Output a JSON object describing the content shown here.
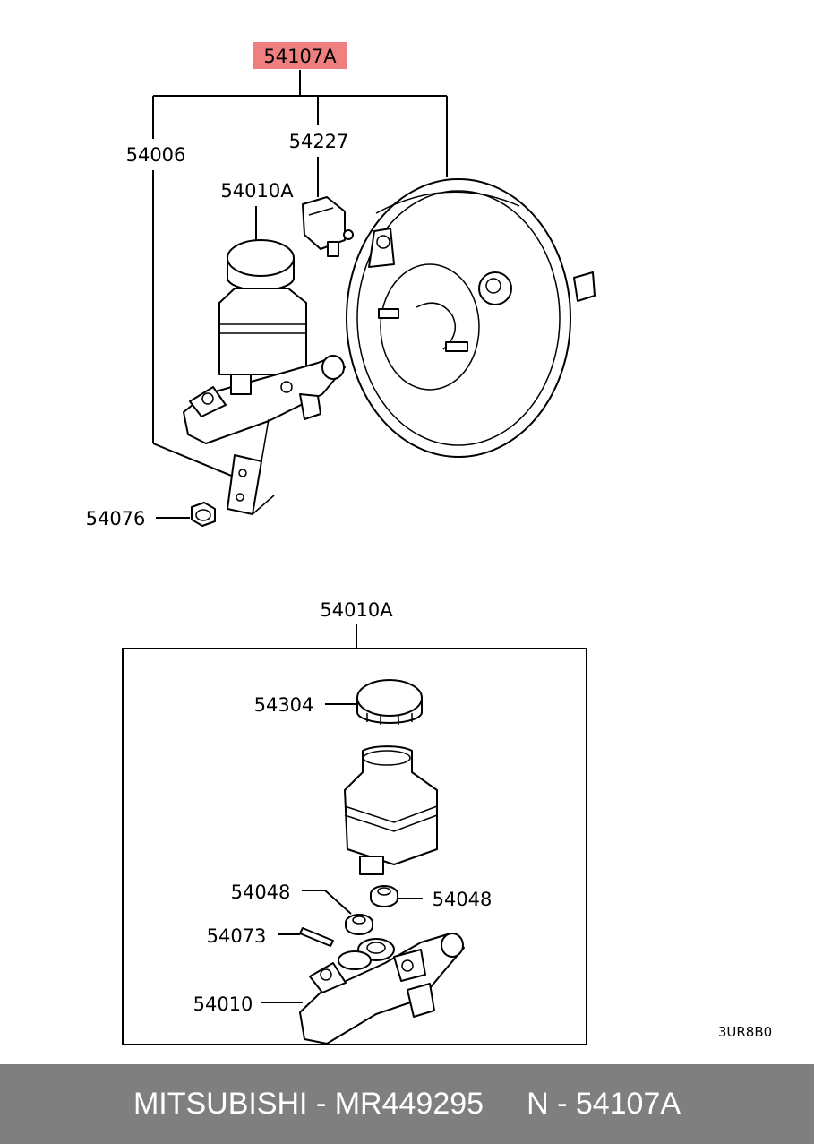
{
  "diagram": {
    "highlight_color": "#f08080",
    "callouts": {
      "assembly": "54107A",
      "booster": "54006",
      "sensor": "54227",
      "master_cyl_assy_top": "54010A",
      "nut": "54076",
      "master_cyl_assy_box": "54010A",
      "cap": "54304",
      "grommet_left": "54048",
      "grommet_right": "54048",
      "pin": "54073",
      "cylinder": "54010"
    },
    "drawing_code": "3UR8B0"
  },
  "footer": {
    "background": "#7f7f7f",
    "part_text": "MITSUBISHI - MR449295",
    "ref_text": "N - 54107A"
  }
}
